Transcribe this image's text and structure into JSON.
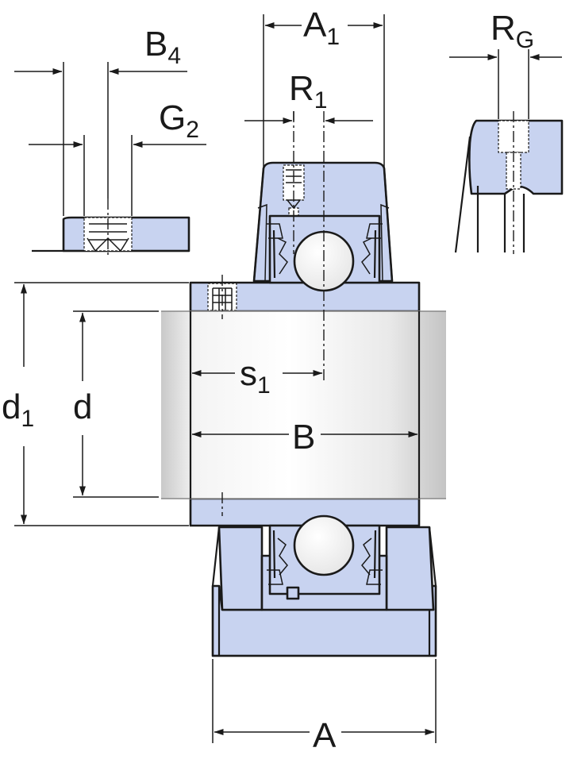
{
  "colors": {
    "part_fill": "#c8d3f0",
    "shaft_light": "#fdfdfd",
    "shaft_dark": "#c9c9c9",
    "line": "#1a1a1a"
  },
  "dimensions": {
    "A1": {
      "base": "A",
      "sub": "1"
    },
    "RG": {
      "base": "R",
      "sub": "G"
    },
    "B4": {
      "base": "B",
      "sub": "4"
    },
    "R1": {
      "base": "R",
      "sub": "1"
    },
    "G2": {
      "base": "G",
      "sub": "2"
    },
    "d1": {
      "base": "d",
      "sub": "1"
    },
    "d": {
      "base": "d"
    },
    "s1": {
      "base": "s",
      "sub": "1"
    },
    "B": {
      "base": "B"
    },
    "A": {
      "base": "A"
    }
  }
}
